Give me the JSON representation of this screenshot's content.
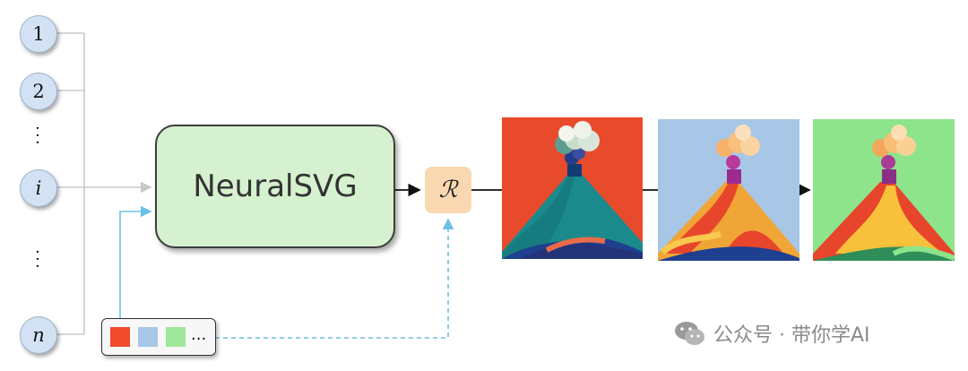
{
  "inputs": [
    {
      "label": "1"
    },
    {
      "label": "2"
    },
    {
      "label": "i"
    },
    {
      "label": "n"
    }
  ],
  "model": {
    "label": "NeuralSVG"
  },
  "renderer": {
    "label": "ℛ"
  },
  "palette": {
    "colors": [
      "#ef4a2b",
      "#a8c6e6",
      "#9fe79a"
    ],
    "more_label": "..."
  },
  "outputs": [
    {
      "background": "#e84b2b",
      "icon": "volcano-red-background"
    },
    {
      "background": "#a8c6e6",
      "icon": "volcano-blue-background"
    },
    {
      "background": "#8de48b",
      "icon": "volcano-green-background"
    }
  ],
  "watermark": {
    "text": "公众号 · 带你学AI",
    "icon": "wechat-icon"
  },
  "colors": {
    "input_fill": "#d2e2f4",
    "model_fill": "#d6f1cf",
    "renderer_fill": "#f9d8b1",
    "connector_gray": "#c8c8c8",
    "connector_blue": "#6cc0e6"
  }
}
